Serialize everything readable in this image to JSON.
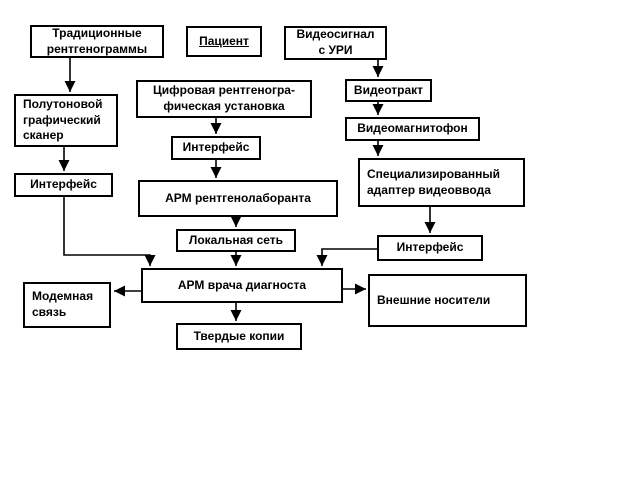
{
  "diagram": {
    "title": "",
    "colors": {
      "border": "#000000",
      "background": "#ffffff",
      "text": "#000000"
    },
    "nodes": {
      "traditional_xrays": {
        "label": "Традиционные\nрентгенограммы"
      },
      "patient": {
        "label": "Пациент"
      },
      "uri_video_signal": {
        "label": "Видеосигнал\nс  УРИ"
      },
      "halftone_scanner": {
        "label": "Полутоновой\nграфический\nсканер"
      },
      "digital_xray_unit": {
        "label": "Цифровая рентгеногра-\nфическая  установка"
      },
      "video_path": {
        "label": "Видеотракт"
      },
      "vcr": {
        "label": "Видеомагнитофон"
      },
      "interface_center": {
        "label": "Интерфейс"
      },
      "video_input_adapter": {
        "label": "Специализированный\nадаптер  видеоввода"
      },
      "interface_left": {
        "label": "Интерфейс"
      },
      "xray_tech_workstation": {
        "label": "АРМ рентгенолаборанта"
      },
      "local_network": {
        "label": "Локальная сеть"
      },
      "interface_right": {
        "label": "Интерфейс"
      },
      "doctor_workstation": {
        "label": "АРМ  врача диагноста"
      },
      "modem_link": {
        "label": "Модемная\nсвязь"
      },
      "external_media": {
        "label": "Внешние носители"
      },
      "hard_copies": {
        "label": "Твердые копии"
      }
    },
    "connections": [
      {
        "from": "traditional_xrays",
        "to": "halftone_scanner"
      },
      {
        "from": "uri_video_signal",
        "to": "video_path"
      },
      {
        "from": "video_path",
        "to": "vcr"
      },
      {
        "from": "vcr",
        "to": "video_input_adapter"
      },
      {
        "from": "digital_xray_unit",
        "to": "interface_center"
      },
      {
        "from": "interface_center",
        "to": "xray_tech_workstation"
      },
      {
        "from": "halftone_scanner",
        "to": "interface_left"
      },
      {
        "from": "interface_left",
        "to": "doctor_workstation"
      },
      {
        "from": "xray_tech_workstation",
        "to": "local_network"
      },
      {
        "from": "local_network",
        "to": "doctor_workstation"
      },
      {
        "from": "video_input_adapter",
        "to": "interface_right"
      },
      {
        "from": "interface_right",
        "to": "doctor_workstation"
      },
      {
        "from": "doctor_workstation",
        "to": "modem_link"
      },
      {
        "from": "doctor_workstation",
        "to": "external_media"
      },
      {
        "from": "doctor_workstation",
        "to": "hard_copies"
      }
    ]
  }
}
